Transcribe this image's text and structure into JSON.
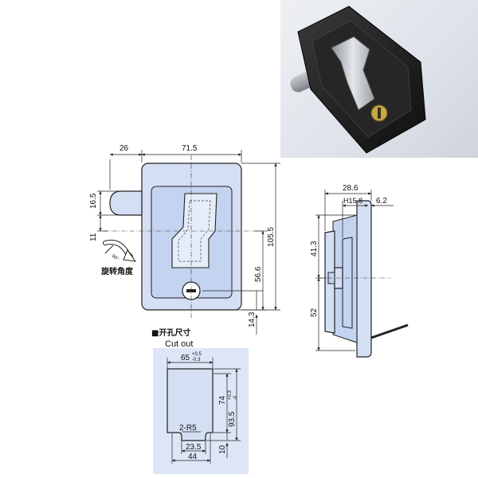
{
  "front_view": {
    "dims": {
      "handle_offset": "26",
      "body_width": "71.5",
      "bolt_height": "16.5",
      "bolt_offset": "11",
      "total_height": "105.5",
      "lock_center": "56.6",
      "bottom_offset": "14.3"
    },
    "rotation_label": "旋转角度",
    "rotation_angle": "90°"
  },
  "side_view": {
    "dims": {
      "total_depth": "28.6",
      "flange": "H15.8",
      "tail": "6.2",
      "upper_height": "41.3",
      "lower_height": "52"
    }
  },
  "cutout": {
    "title_cn": "■开孔尺寸",
    "title_en": "Cut out",
    "dims": {
      "width": "65",
      "width_tol_plus": "+0.5",
      "width_tol_minus": "-0.3",
      "inner_height": "74",
      "height": "93.5",
      "height_tol_plus": "+0.3",
      "height_tol_minus": "-0",
      "radius": "2-R5",
      "notch_inner": "23.5",
      "notch_outer": "44",
      "notch_depth": "10"
    }
  },
  "colors": {
    "part_fill": "#d4dff4",
    "line": "#222222",
    "photo_lock_body": "#1e1e1e",
    "photo_handle": "#b8bcc2"
  }
}
